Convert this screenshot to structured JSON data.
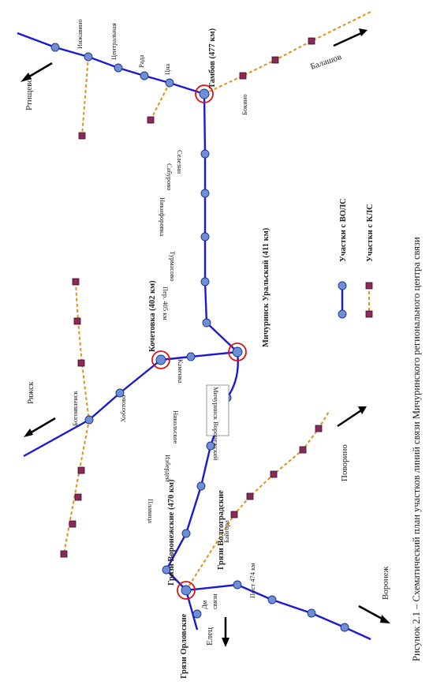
{
  "caption": "Рисунок 2.1 – Схематический план участков линий связи  Мичуринского регионального центра связи",
  "legend": {
    "vols": "Участки с ВОЛС",
    "kls": "Участки с КЛС"
  },
  "hubs": {
    "tambov": "Тамбов (477 км)",
    "michurinsk": "Мичуринск Уральский (411 км)",
    "kochetovka": "Кочетовка (402 км)",
    "gryazi_vor": "Грязи Воронежские (470 км)",
    "gryazi_orl": "Грязи Орловские",
    "gryazi_volg": "Грязи Волгоградские"
  },
  "directions": {
    "rtishchevo": "Ртищево",
    "balashov": "Балашов",
    "ryazhsk": "Ряжск",
    "povorino": "Поворино",
    "voronezh": "Воронеж",
    "elets": "Елец"
  },
  "stations": {
    "inzhavino": "Инжавино",
    "tsentralnaya": "Центральная",
    "rada": "Рада",
    "tsna": "Цна",
    "bokino": "Бокино",
    "selezni": "Селезни",
    "saburovo": "Сабурово",
    "nikiforovka": "Никифоровка",
    "turmasovo": "Турмасово",
    "post_405": "Пер. 405 км",
    "kamenka": "Каменка",
    "michurinsk_vor": "Мичуринск Воронежский",
    "khobotovo": "Хоботово",
    "bogoyavlensk": "Богоявленск",
    "nikolskoe": "Никольское",
    "izbrdeevo": "Избердей",
    "plavitsa": "Плавица",
    "baygora": "Байгора",
    "post_474": "Пост 474 км",
    "dm": "Дм",
    "svyazi": "связи"
  },
  "colors": {
    "vols": "#1a1ad6",
    "kls": "#e0901e",
    "node": "#6f8fd4",
    "square": "#8a2a5b",
    "hub_ring": "#e01010"
  }
}
